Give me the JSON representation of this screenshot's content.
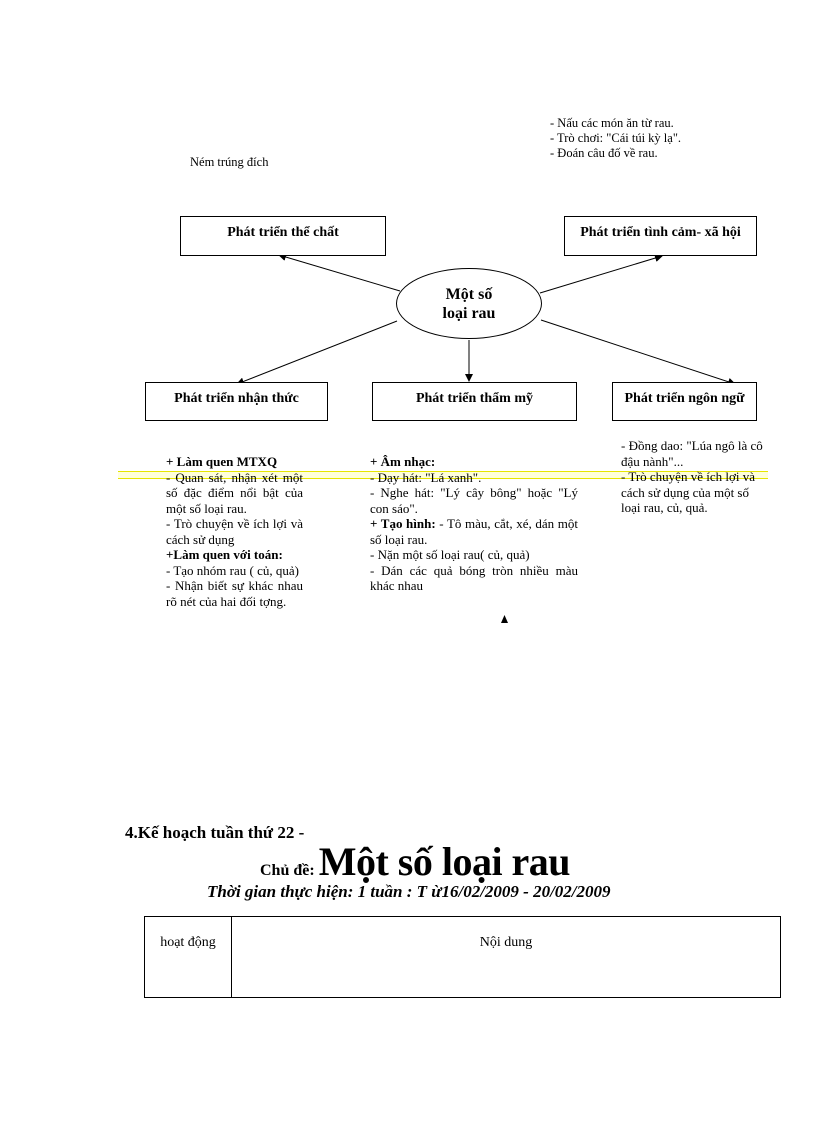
{
  "top_right_list": [
    "- Nấu các món ăn từ rau.",
    "- Trò chơi: \"Cái túi kỳ lạ\".",
    "- Đoán câu đố về rau."
  ],
  "note_left": "Ném trúng đích",
  "web": {
    "center": [
      "Một số",
      "loại rau"
    ],
    "physical": "Phát triển thể chất",
    "social": "Phát triển tình cảm- xã hội",
    "cognitive": "Phát triển nhận thức",
    "aesthetic": "Phát triển thẩm mỹ",
    "language": "Phát triển ngôn ngữ"
  },
  "col_cognitive": [
    "+ Làm quen MTXQ",
    "- Quan sát, nhận xét một số đặc điểm nổi bật của một số loại rau.",
    "- Trò chuyện về ích lợi và cách sử dụng",
    "+Làm quen với toán:",
    "- Tạo nhóm rau ( củ, quả)",
    "- Nhận biết sự khác nhau rõ nét của hai đối tợng."
  ],
  "col_aesthetic": [
    "+ Âm nhạc:",
    "- Dạy hát: \"Lá xanh\".",
    "- Nghe hát: \"Lý cây bông\" hoặc \"Lý con sáo\".",
    "+ Tạo hình:",
    " - Tô màu, cắt, xé, dán một số loại rau.",
    "- Nặn một số loại rau( củ, quả)",
    "- Dán các quả bóng tròn nhiều màu khác nhau"
  ],
  "col_language": [
    "- Đồng dao: \"Lúa ngô là cô đậu nành\"...",
    "- Trò chuyện về ích lợi và cách sử dụng của một số loại rau, củ, quả."
  ],
  "section_heading": "4.Kế hoạch tuần thứ 22 -",
  "topic_lead": "Chủ đề:",
  "topic_main": "Một số loại rau",
  "duration": "Thời gian thực hiện: 1 tuần :  T ừ16/02/2009   - 20/02/2009",
  "table": {
    "col1": "hoạt động",
    "col2": "Nội dung"
  }
}
